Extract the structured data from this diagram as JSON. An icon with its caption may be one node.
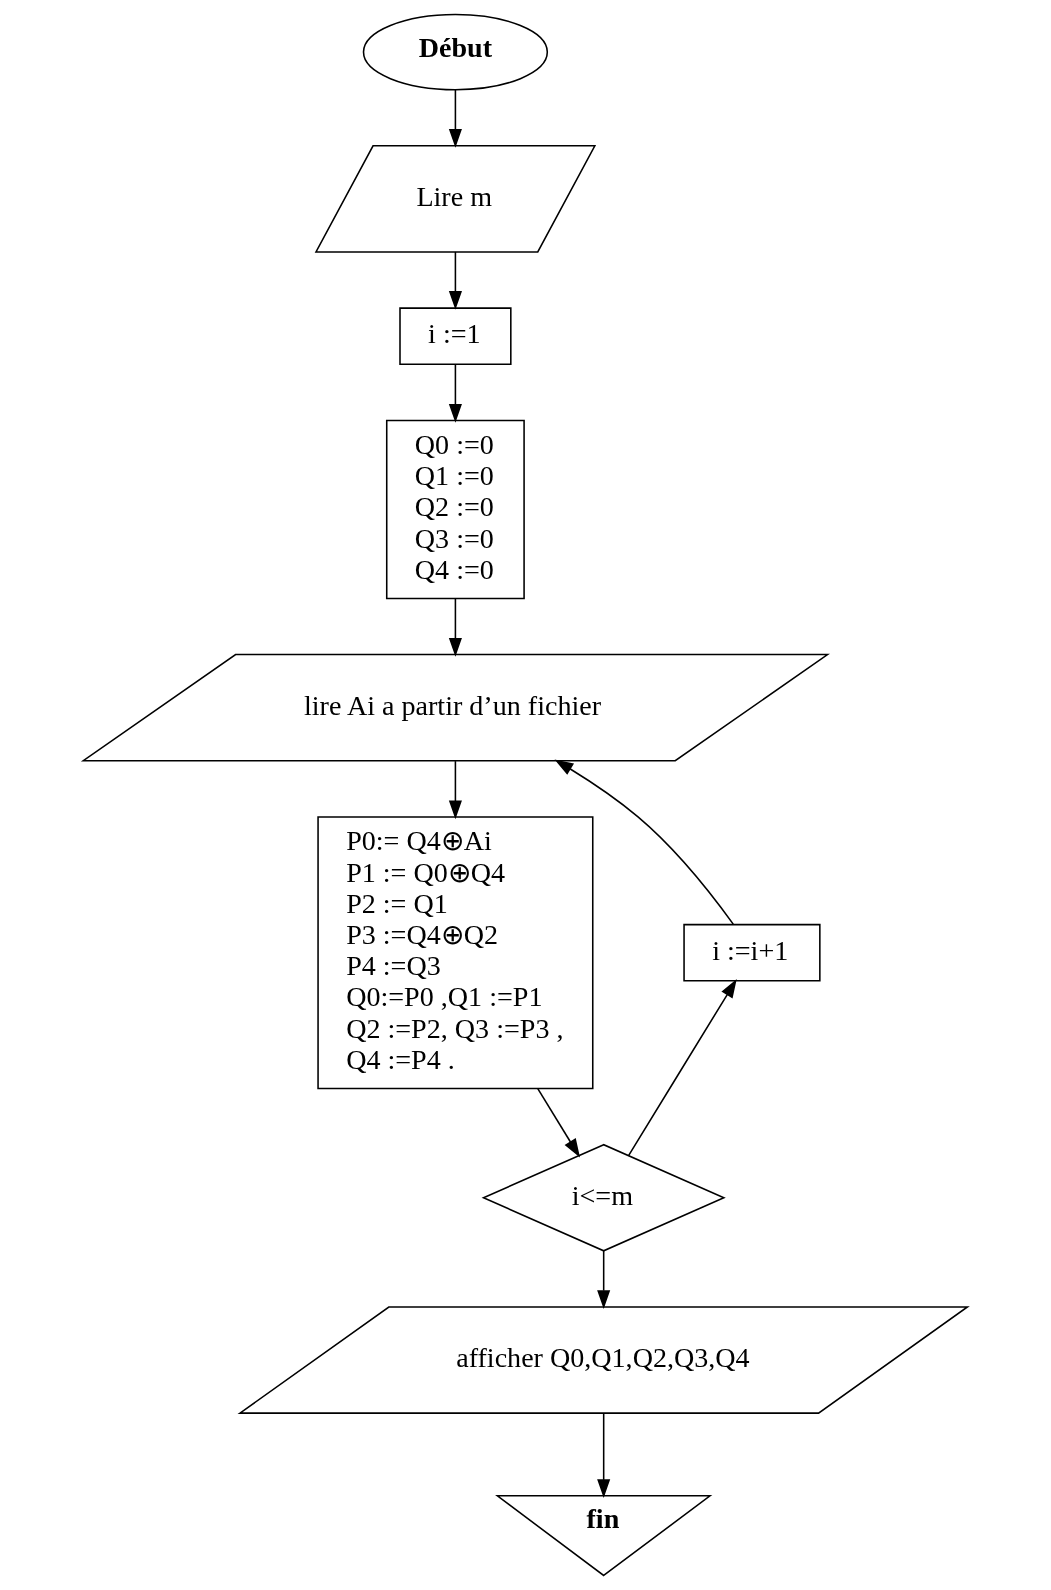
{
  "diagram": {
    "nodes": [
      {
        "text": [
          "Début"
        ]
      },
      {
        "text": [
          "Lire m"
        ]
      },
      {
        "text": [
          "i :=1"
        ]
      },
      {
        "text": [
          "Q0 :=0",
          "Q1 :=0",
          "Q2 :=0",
          "Q3 :=0",
          "Q4 :=0"
        ]
      },
      {
        "text": [
          "lire Ai a partir d’un fichier"
        ]
      },
      {
        "text": [
          "P0:= Q4⊕Ai",
          "P1 := Q0⊕Q4",
          "P2 := Q1",
          "P3 :=Q4⊕Q2",
          "P4 :=Q3",
          "Q0:=P0 ,Q1 :=P1",
          "Q2 :=P2, Q3 :=P3 ,",
          "Q4 :=P4 ."
        ]
      },
      {
        "text": [
          "i<=m"
        ]
      },
      {
        "text": [
          "i :=i+1"
        ]
      },
      {
        "text": [
          "afficher Q0,Q1,Q2,Q3,Q4"
        ]
      },
      {
        "text": [
          "fin"
        ]
      }
    ],
    "edges": [
      {
        "from": 0,
        "to": 1,
        "arrow": "to"
      },
      {
        "from": 1,
        "to": 2,
        "arrow": "to"
      },
      {
        "from": 2,
        "to": 3,
        "arrow": "to"
      },
      {
        "from": 3,
        "to": 4,
        "arrow": "to"
      },
      {
        "from": 4,
        "to": 5,
        "arrow": "to"
      },
      {
        "from": 5,
        "to": 6,
        "arrow": "to"
      },
      {
        "from": 6,
        "to": 7,
        "arrow": "to"
      },
      {
        "from": 7,
        "to": 4,
        "arrow": "to"
      },
      {
        "from": 6,
        "to": 8,
        "arrow": "to"
      },
      {
        "from": 8,
        "to": 9,
        "arrow": "to"
      }
    ]
  }
}
